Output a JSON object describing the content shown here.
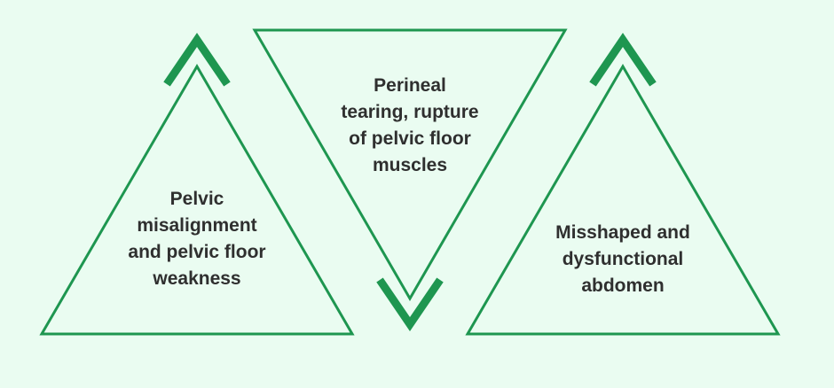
{
  "colors": {
    "background": "#eafcf1",
    "stroke": "#1e9650",
    "text": "#2f2f2f"
  },
  "shapes": [
    {
      "id": "left",
      "orientation": "up",
      "arrow": "up",
      "label_lines": [
        "Pelvic",
        "misalignment",
        "and pelvic floor",
        "weakness"
      ]
    },
    {
      "id": "middle",
      "orientation": "down",
      "arrow": "down",
      "label_lines": [
        "Perineal",
        "tearing, rupture",
        "of pelvic floor",
        "muscles"
      ]
    },
    {
      "id": "right",
      "orientation": "up",
      "arrow": "up",
      "label_lines": [
        "Misshaped and",
        "dysfunctional",
        "abdomen"
      ]
    }
  ]
}
